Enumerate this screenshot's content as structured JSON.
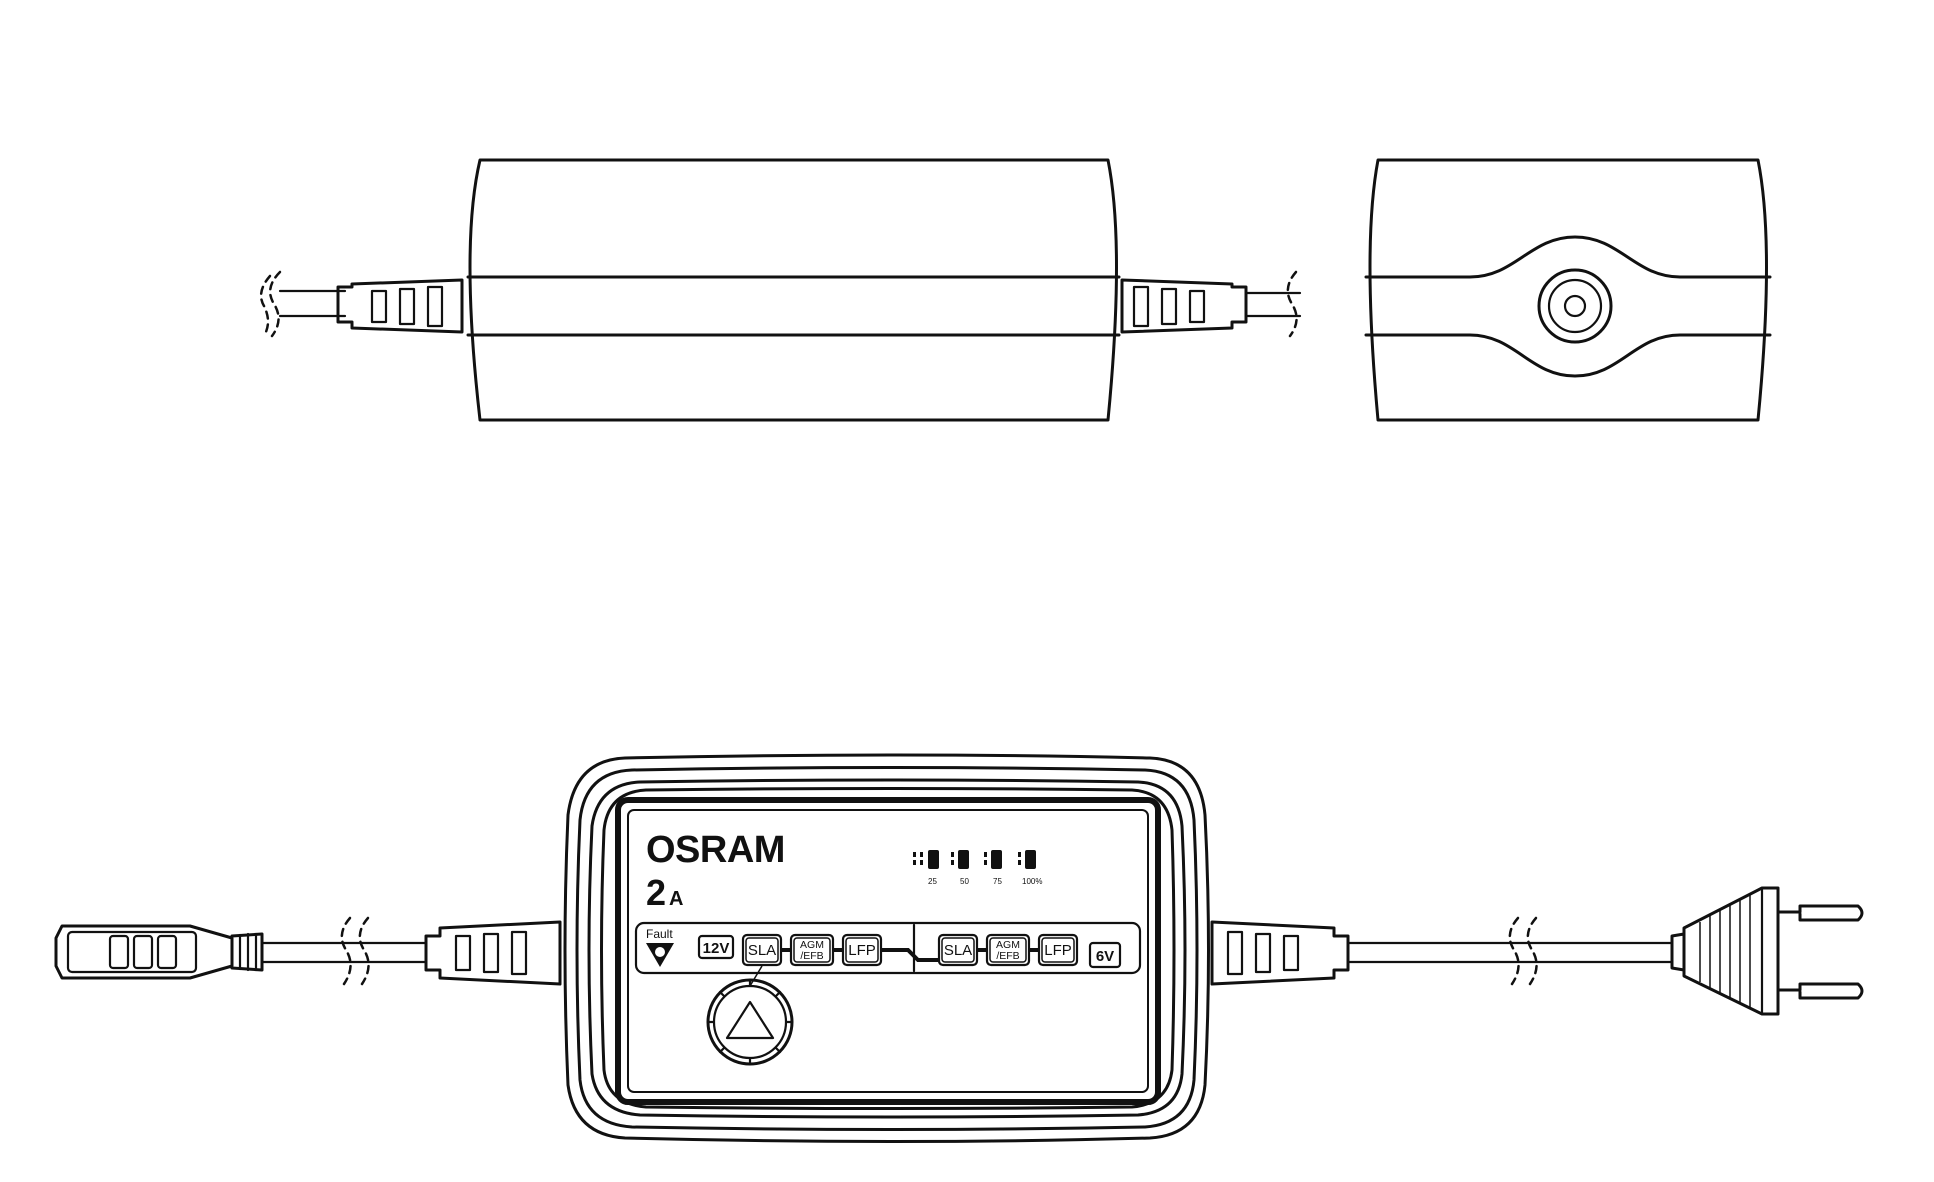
{
  "label": {
    "brand": "OSRAM",
    "current_value": "2",
    "current_unit": "A",
    "fault": "Fault",
    "voltage_12": "12V",
    "voltage_6": "6V",
    "modes_12v": [
      "SLA",
      "AGM/EFB",
      "LFP"
    ],
    "modes_6v": [
      "SLA",
      "AGM/EFB",
      "LFP"
    ],
    "agm_top": "AGM",
    "agm_bottom": "/EFB",
    "charge_levels": [
      "25",
      "50",
      "75",
      "100%"
    ]
  },
  "icons": {
    "mode_button": "triangle-button-icon",
    "fault_led": "fault-triangle-icon",
    "dc_clamp_connector": "battery-connector-icon",
    "mains_plug": "eu-plug-icon"
  }
}
